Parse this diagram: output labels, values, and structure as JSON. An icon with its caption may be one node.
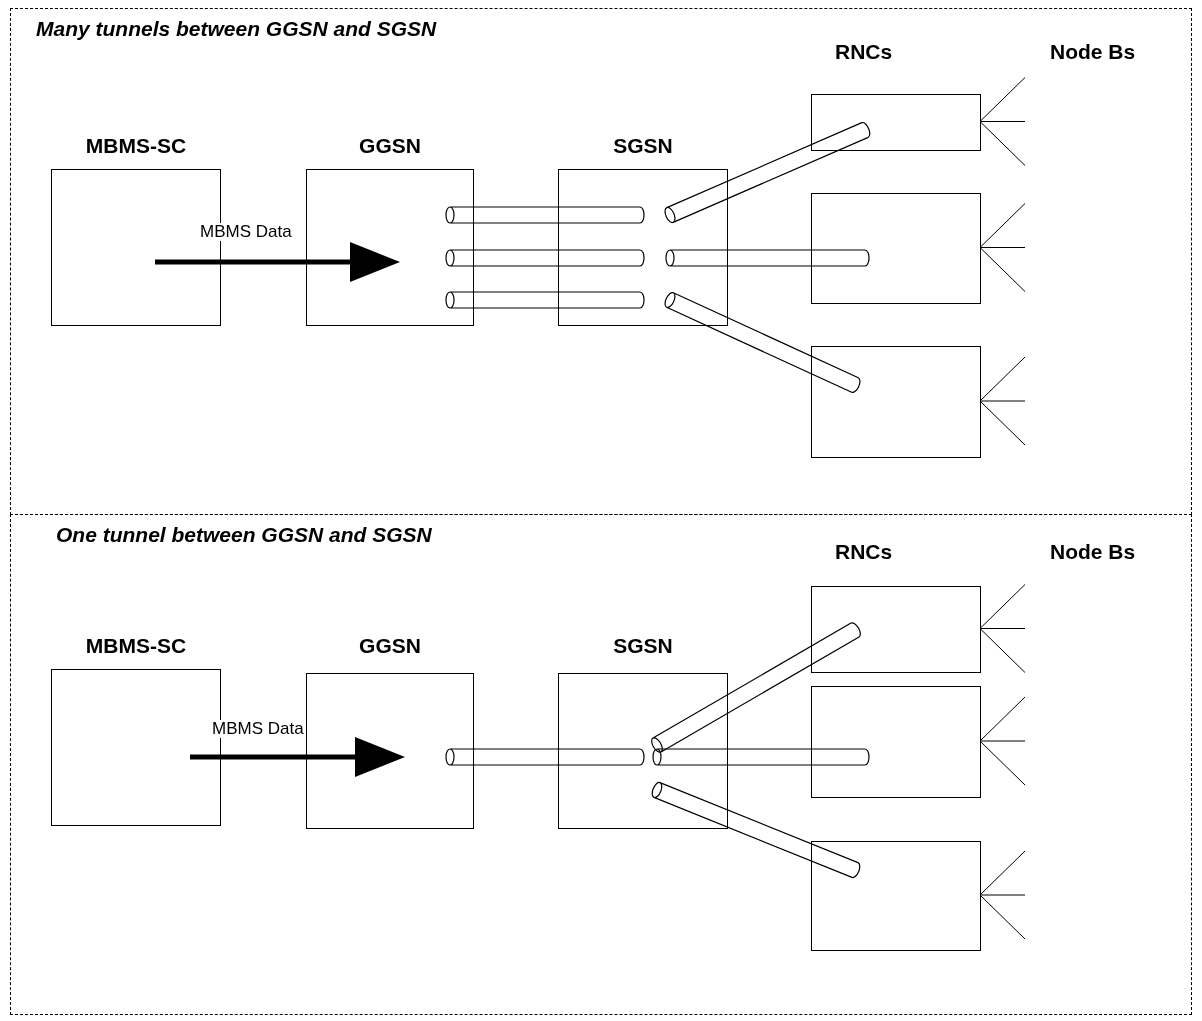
{
  "diagram": {
    "nodes": [
      {
        "text": [
          "Many tunnels between GGSN and SGSN"
        ]
      },
      {
        "text": [
          "MBMS-SC"
        ],
        "in": 0
      },
      {
        "text": [
          "GGSN"
        ],
        "in": 0
      },
      {
        "text": [
          "SGSN"
        ],
        "in": 0
      },
      {
        "text": [],
        "shape": "box",
        "in": 0
      },
      {
        "text": [],
        "shape": "box",
        "in": 0
      },
      {
        "text": [],
        "shape": "box",
        "in": 0
      },
      {
        "text": [
          "One tunnel between GGSN and SGSN"
        ]
      },
      {
        "text": [
          "MBMS-SC"
        ],
        "in": 7
      },
      {
        "text": [
          "GGSN"
        ],
        "in": 7
      },
      {
        "text": [
          "SGSN"
        ],
        "in": 7
      },
      {
        "text": [],
        "shape": "box",
        "in": 7
      },
      {
        "text": [],
        "shape": "box",
        "in": 7
      },
      {
        "text": [],
        "shape": "box",
        "in": 7
      }
    ],
    "edges": [
      {
        "from": 1,
        "to": 2,
        "arrow": "to",
        "label": "MBMS Data",
        "style": "thick"
      },
      {
        "from": 2,
        "to": 3,
        "arrow": "none"
      },
      {
        "from": 2,
        "to": 3,
        "arrow": "none"
      },
      {
        "from": 2,
        "to": 3,
        "arrow": "none"
      },
      {
        "from": 3,
        "to": 4,
        "arrow": "none"
      },
      {
        "from": 3,
        "to": 5,
        "arrow": "none"
      },
      {
        "from": 3,
        "to": 6,
        "arrow": "none"
      },
      {
        "from": 8,
        "to": 9,
        "arrow": "to",
        "label": "MBMS Data",
        "style": "thick"
      },
      {
        "from": 9,
        "to": 10,
        "arrow": "none"
      },
      {
        "from": 10,
        "to": 11,
        "arrow": "none"
      },
      {
        "from": 10,
        "to": 12,
        "arrow": "none"
      },
      {
        "from": 10,
        "to": 13,
        "arrow": "none"
      }
    ],
    "labels": [
      "RNCs",
      "Node Bs",
      "RNCs",
      "Node Bs"
    ]
  }
}
